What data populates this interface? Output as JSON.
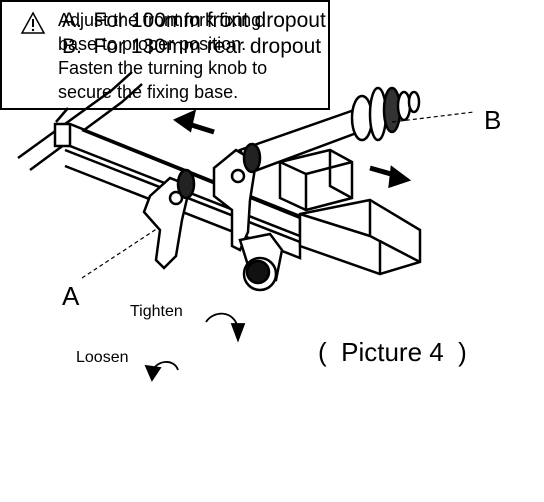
{
  "legend": {
    "line_a": "A.  For 100mm front dropout",
    "line_b": "B.  For 130mm rear dropout"
  },
  "callouts": {
    "a": "A",
    "b": "B"
  },
  "labels": {
    "tighten": "Tighten",
    "loosen": "Loosen"
  },
  "caption": "(  Picture 4  )",
  "warning": {
    "icon": "warning-triangle-icon",
    "lines": [
      "Adjust the front fork fixing",
      "base to proper position.",
      "Fasten the turning knob to",
      "secure the fixing base."
    ]
  }
}
